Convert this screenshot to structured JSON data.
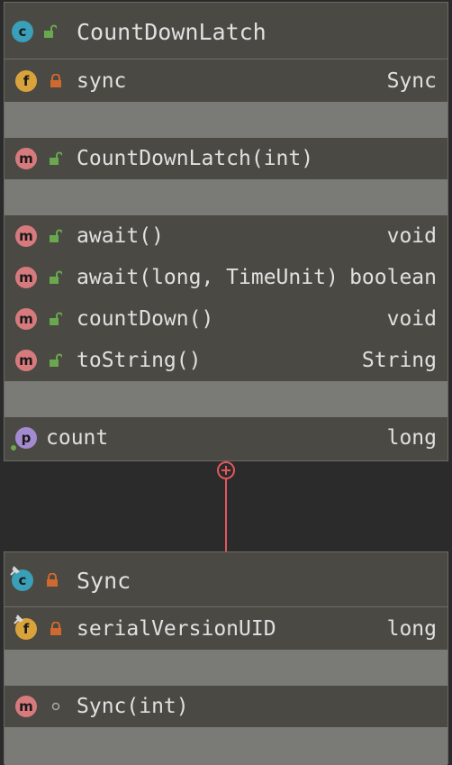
{
  "countdownlatch": {
    "name": "CountDownLatch",
    "badge": "c",
    "fields": [
      {
        "badge": "f",
        "name": "sync",
        "type": "Sync",
        "visibility": "private"
      }
    ],
    "constructors": [
      {
        "badge": "m",
        "name": "CountDownLatch(int)",
        "type": "",
        "visibility": "public"
      }
    ],
    "methods": [
      {
        "badge": "m",
        "name": "await()",
        "type": "void",
        "visibility": "public"
      },
      {
        "badge": "m",
        "name": "await(long, TimeUnit)",
        "type": "boolean",
        "visibility": "public"
      },
      {
        "badge": "m",
        "name": "countDown()",
        "type": "void",
        "visibility": "public"
      },
      {
        "badge": "m",
        "name": "toString()",
        "type": "String",
        "visibility": "public"
      }
    ],
    "properties": [
      {
        "badge": "p",
        "name": "count",
        "type": "long"
      }
    ]
  },
  "sync": {
    "name": "Sync",
    "badge": "c",
    "fields": [
      {
        "badge": "f",
        "name": "serialVersionUID",
        "type": "long",
        "visibility": "private"
      }
    ],
    "constructors": [
      {
        "badge": "m",
        "name": "Sync(int)",
        "type": "",
        "visibility": "package"
      }
    ]
  },
  "colors": {
    "background": "#2b2b2b",
    "box": "#4a4943",
    "gap": "#7a7a76",
    "connector": "#e0585e",
    "public": "#6aa84f",
    "private": "#d0692f"
  }
}
